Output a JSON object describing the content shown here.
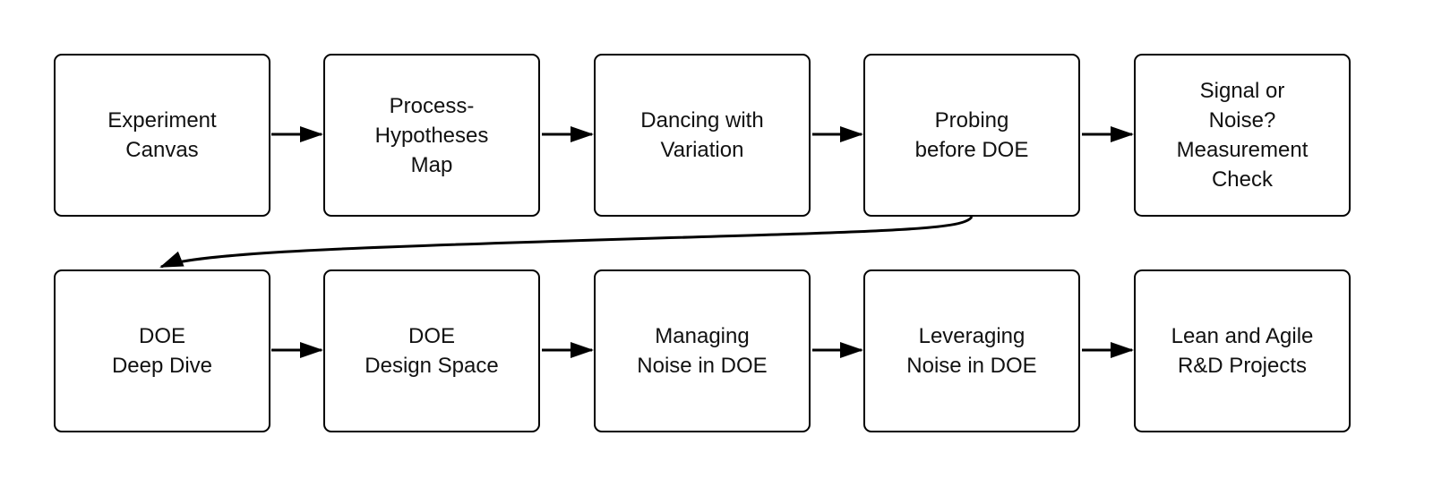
{
  "steps": [
    {
      "label": "Experiment\nCanvas"
    },
    {
      "label": "Process-\nHypotheses\nMap"
    },
    {
      "label": "Dancing with\nVariation"
    },
    {
      "label": "Probing\nbefore DOE"
    },
    {
      "label": "Signal or\nNoise?\nMeasurement\nCheck"
    },
    {
      "label": "DOE\nDeep Dive"
    },
    {
      "label": "DOE\nDesign Space"
    },
    {
      "label": "Managing\nNoise in DOE"
    },
    {
      "label": "Leveraging\nNoise in DOE"
    },
    {
      "label": "Lean and Agile\nR&D Projects"
    }
  ]
}
